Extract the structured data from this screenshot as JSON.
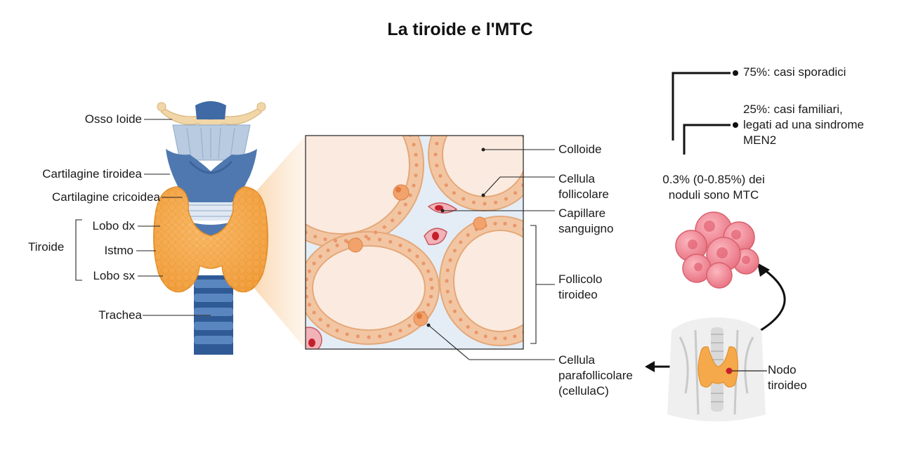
{
  "title": "La tiroide e l'MTC",
  "anatomy": {
    "osso_ioide": "Osso Ioide",
    "cartilagine_tiroidea": "Cartilagine tiroidea",
    "cartilagine_cricoidea": "Cartilagine cricoidea",
    "tiroide": "Tiroide",
    "lobo_dx": "Lobo dx",
    "istmo": "Istmo",
    "lobo_sx": "Lobo sx",
    "trachea": "Trachea"
  },
  "histology": {
    "colloide": "Colloide",
    "cellula_follicolare": "Cellula\nfollicolare",
    "capillare_sanguigno": "Capillare\nsanguigno",
    "follicolo_tiroideo": "Follicolo\ntiroideo",
    "cellula_parafollicolare": "Cellula\nparafollicolare\n(cellulaC)"
  },
  "mtc": {
    "sporadici": "75%: casi sporadici",
    "familiari": "25%: casi familiari,\nlegati ad una sindrome\nMEN2",
    "noduli": "0.3% (0-0.85%) dei\nnoduli sono MTC",
    "nodo_tiroideo": "Nodo\ntiroideo"
  },
  "colors": {
    "thyroid": "#f5a94a",
    "cartilage": "#4f78b0",
    "bone": "#f3d9b0",
    "trachea": "#3f6aa5",
    "follicle_fill": "#fbeadf",
    "follicle_cell": "#f6d7bf",
    "interstitium": "#e4edf6",
    "tumor": "#ef7f8e"
  }
}
